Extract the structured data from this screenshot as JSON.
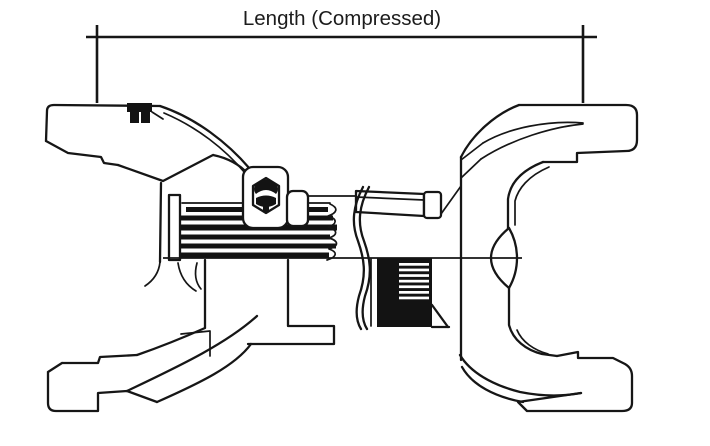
{
  "page": {
    "background_color": "#ffffff",
    "line_color": "#161616",
    "solid_fill_color": "#131313"
  },
  "diagram": {
    "dimension": {
      "label": "Length (Compressed)"
    },
    "components": [
      "left-end-yoke",
      "grease-fitting-icon",
      "retaining-nut",
      "slip-spline-shaft",
      "spline-stop-ring",
      "stub-shaft",
      "boot-seal",
      "splined-coupling-black",
      "right-end-yoke",
      "bearing-cup-lens",
      "centerline"
    ]
  }
}
